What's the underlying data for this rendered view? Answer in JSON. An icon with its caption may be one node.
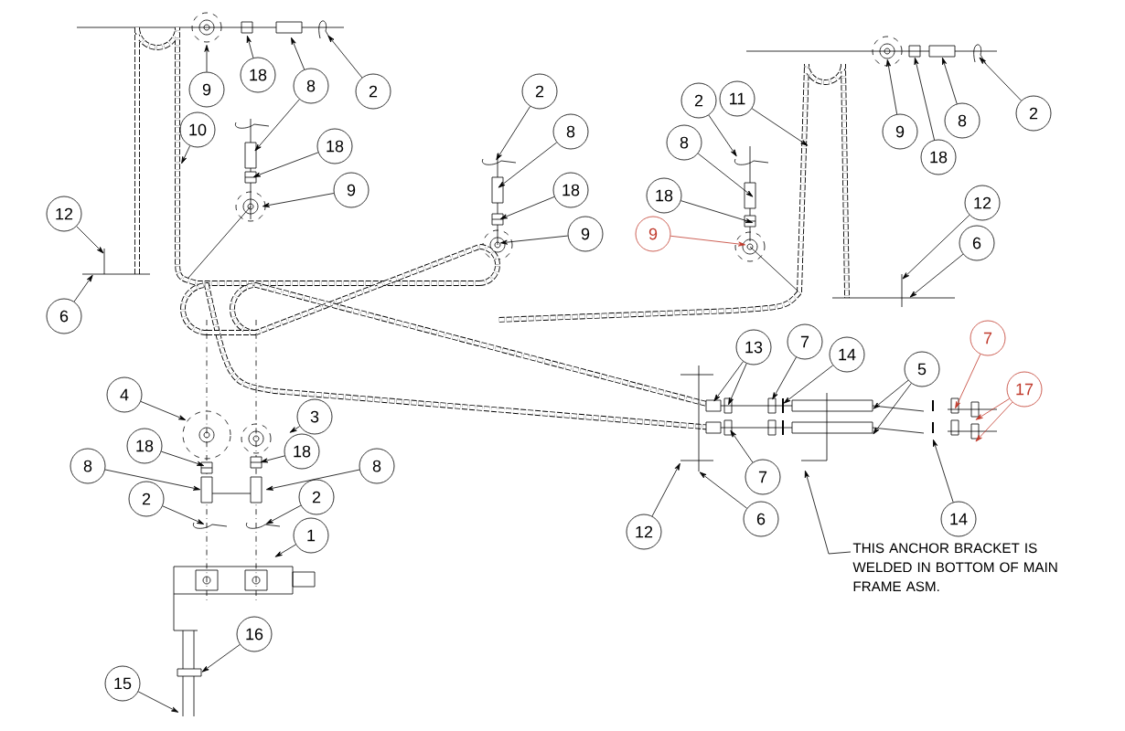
{
  "diagram": {
    "nodes": [
      {
        "text": [
          "9"
        ]
      },
      {
        "text": [
          "18"
        ]
      },
      {
        "text": [
          "8"
        ]
      },
      {
        "text": [
          "2"
        ]
      },
      {
        "text": [
          "10"
        ]
      },
      {
        "text": [
          "18"
        ]
      },
      {
        "text": [
          "9"
        ]
      },
      {
        "text": [
          "12"
        ]
      },
      {
        "text": [
          "6"
        ]
      },
      {
        "text": [
          "2"
        ]
      },
      {
        "text": [
          "8"
        ]
      },
      {
        "text": [
          "18"
        ]
      },
      {
        "text": [
          "9"
        ]
      },
      {
        "text": [
          "2"
        ]
      },
      {
        "text": [
          "11"
        ]
      },
      {
        "text": [
          "8"
        ]
      },
      {
        "text": [
          "18"
        ]
      },
      {
        "text": [
          "9"
        ]
      },
      {
        "text": [
          "9"
        ]
      },
      {
        "text": [
          "18"
        ]
      },
      {
        "text": [
          "8"
        ]
      },
      {
        "text": [
          "2"
        ]
      },
      {
        "text": [
          "12"
        ]
      },
      {
        "text": [
          "6"
        ]
      },
      {
        "text": [
          "13"
        ]
      },
      {
        "text": [
          "7"
        ]
      },
      {
        "text": [
          "14"
        ]
      },
      {
        "text": [
          "5"
        ]
      },
      {
        "text": [
          "7"
        ]
      },
      {
        "text": [
          "17"
        ]
      },
      {
        "text": [
          "4"
        ]
      },
      {
        "text": [
          "3"
        ]
      },
      {
        "text": [
          "18"
        ]
      },
      {
        "text": [
          "18"
        ]
      },
      {
        "text": [
          "8"
        ]
      },
      {
        "text": [
          "8"
        ]
      },
      {
        "text": [
          "7"
        ]
      },
      {
        "text": [
          "2"
        ]
      },
      {
        "text": [
          "2"
        ]
      },
      {
        "text": [
          "1"
        ]
      },
      {
        "text": [
          "12"
        ]
      },
      {
        "text": [
          "6"
        ]
      },
      {
        "text": [
          "14"
        ]
      },
      {
        "text": [
          "16"
        ]
      },
      {
        "text": [
          "15"
        ]
      },
      {
        "text": [
          "THIS ANCHOR BRACKET IS WELDED IN BOTTOM OF MAIN FRAME ASM."
        ]
      }
    ],
    "edges": [
      {
        "from": 0,
        "to": null,
        "arrow": "to"
      },
      {
        "from": 1,
        "to": null,
        "arrow": "to"
      },
      {
        "from": 2,
        "to": null,
        "arrow": "to"
      },
      {
        "from": 2,
        "to": null,
        "arrow": "to"
      },
      {
        "from": 3,
        "to": null,
        "arrow": "to"
      },
      {
        "from": 4,
        "to": null,
        "arrow": "to"
      },
      {
        "from": 5,
        "to": null,
        "arrow": "to"
      },
      {
        "from": 6,
        "to": null,
        "arrow": "to"
      },
      {
        "from": 7,
        "to": null,
        "arrow": "to"
      },
      {
        "from": 8,
        "to": null,
        "arrow": "to"
      },
      {
        "from": 9,
        "to": null,
        "arrow": "to"
      },
      {
        "from": 10,
        "to": null,
        "arrow": "to"
      },
      {
        "from": 11,
        "to": null,
        "arrow": "to"
      },
      {
        "from": 12,
        "to": null,
        "arrow": "to"
      },
      {
        "from": 13,
        "to": null,
        "arrow": "to"
      },
      {
        "from": 14,
        "to": null,
        "arrow": "to"
      },
      {
        "from": 15,
        "to": null,
        "arrow": "to"
      },
      {
        "from": 16,
        "to": null,
        "arrow": "to"
      },
      {
        "from": 17,
        "to": null,
        "arrow": "to",
        "color": "#c0392b"
      },
      {
        "from": 18,
        "to": null,
        "arrow": "to"
      },
      {
        "from": 19,
        "to": null,
        "arrow": "to"
      },
      {
        "from": 20,
        "to": null,
        "arrow": "to"
      },
      {
        "from": 21,
        "to": null,
        "arrow": "to"
      },
      {
        "from": 22,
        "to": null,
        "arrow": "to"
      },
      {
        "from": 23,
        "to": null,
        "arrow": "to"
      },
      {
        "from": 24,
        "to": null,
        "arrow": "to"
      },
      {
        "from": 24,
        "to": null,
        "arrow": "to"
      },
      {
        "from": 25,
        "to": null,
        "arrow": "to"
      },
      {
        "from": 26,
        "to": null,
        "arrow": "to"
      },
      {
        "from": 27,
        "to": null,
        "arrow": "to"
      },
      {
        "from": 27,
        "to": null,
        "arrow": "to"
      },
      {
        "from": 28,
        "to": null,
        "arrow": "to",
        "color": "#c0392b"
      },
      {
        "from": 29,
        "to": null,
        "arrow": "to",
        "color": "#c0392b"
      },
      {
        "from": 29,
        "to": null,
        "arrow": "to",
        "color": "#c0392b"
      },
      {
        "from": 30,
        "to": null,
        "arrow": "to"
      },
      {
        "from": 31,
        "to": null,
        "arrow": "to"
      },
      {
        "from": 32,
        "to": null,
        "arrow": "to"
      },
      {
        "from": 33,
        "to": null,
        "arrow": "to"
      },
      {
        "from": 34,
        "to": null,
        "arrow": "to"
      },
      {
        "from": 35,
        "to": null,
        "arrow": "to"
      },
      {
        "from": 36,
        "to": null,
        "arrow": "to"
      },
      {
        "from": 37,
        "to": null,
        "arrow": "to"
      },
      {
        "from": 38,
        "to": null,
        "arrow": "to"
      },
      {
        "from": 39,
        "to": null,
        "arrow": "to"
      },
      {
        "from": 40,
        "to": null,
        "arrow": "to"
      },
      {
        "from": 41,
        "to": null,
        "arrow": "to"
      },
      {
        "from": 42,
        "to": null,
        "arrow": "to"
      },
      {
        "from": 43,
        "to": null,
        "arrow": "to"
      },
      {
        "from": 44,
        "to": null,
        "arrow": "to"
      },
      {
        "from": 45,
        "to": null,
        "arrow": "to"
      }
    ]
  }
}
